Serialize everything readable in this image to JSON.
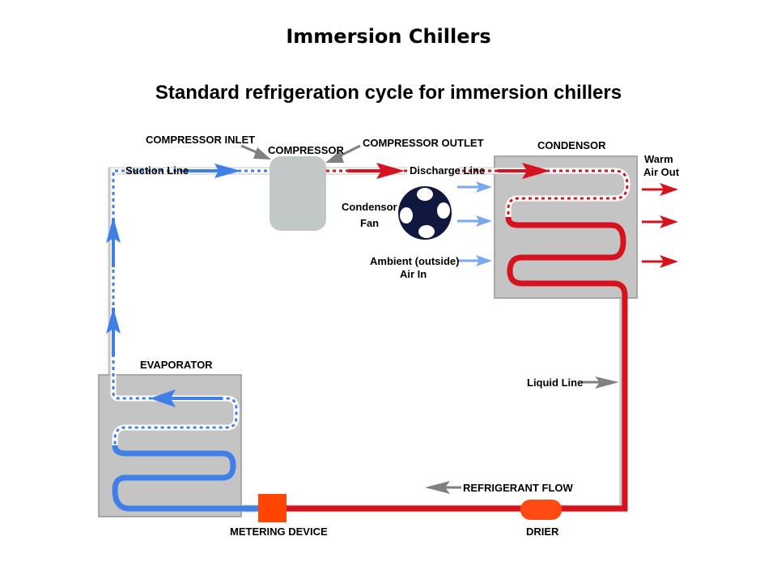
{
  "title": "Immersion Chillers",
  "subtitle": "Standard refrigeration cycle for immersion chillers",
  "colors": {
    "hot_refrigerant": "#d7121f",
    "cold_refrigerant": "#3f7fe8",
    "air_in": "#7aa9f0",
    "component_gray": "#c2c4c4",
    "pipe_gray": "#c4c6c6",
    "callout_gray": "#808080",
    "metering_device": "#ff4500",
    "drier": "#ff4a14",
    "fan": "#101840"
  },
  "labels": {
    "compressor_inlet": "COMPRESSOR INLET",
    "compressor": "COMPRESSOR",
    "compressor_outlet": "COMPRESSOR OUTLET",
    "condensor": "CONDENSOR",
    "suction_line": "Suction Line",
    "discharge_line": "Discharge Line",
    "warm_air_out_1": "Warm",
    "warm_air_out_2": "Air Out",
    "condensor_fan_1": "Condensor",
    "condensor_fan_2": "Fan",
    "ambient_air_in_1": "Ambient (outside)",
    "ambient_air_in_2": "Air In",
    "evaporator": "EVAPORATOR",
    "liquid_line": "Liquid Line",
    "refrigerant_flow": "REFRIGERANT FLOW",
    "metering_device": "METERING DEVICE",
    "drier": "DRIER"
  }
}
